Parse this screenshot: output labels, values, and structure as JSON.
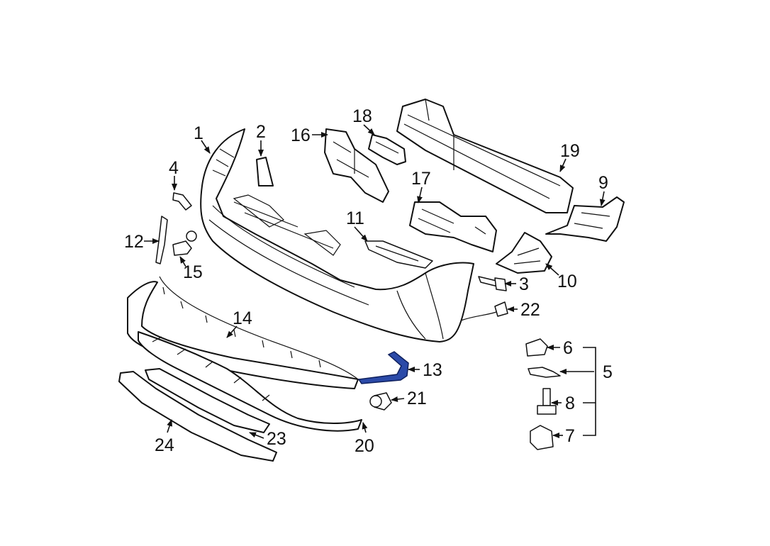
{
  "callouts": {
    "c1": "1",
    "c2": "2",
    "c3": "3",
    "c4": "4",
    "c5": "5",
    "c6": "6",
    "c7": "7",
    "c8": "8",
    "c9": "9",
    "c10": "10",
    "c11": "11",
    "c12": "12",
    "c13": "13",
    "c14": "14",
    "c15": "15",
    "c16": "16",
    "c17": "17",
    "c18": "18",
    "c19": "19",
    "c20": "20",
    "c21": "21",
    "c22": "22",
    "c23": "23",
    "c24": "24"
  },
  "colors": {
    "highlight": "#2b4aa8",
    "line": "#111111"
  }
}
